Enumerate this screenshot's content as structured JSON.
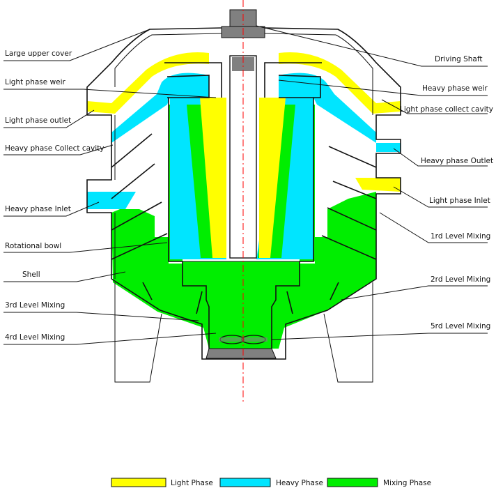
{
  "labels": {
    "large_upper_cover": "Large upper cover",
    "light_phase_weir": "Light phase weir",
    "light_phase_outlet": "Light phase outlet",
    "heavy_phase_collect_cavity": "Heavy phase Collect cavity",
    "heavy_phase_inlet": "Heavy phase Inlet",
    "rotational_bowl": "Rotational bowl",
    "shell": "Shell",
    "level3_mixing": "3rd Level Mixing",
    "level4_mixing": "4rd Level Mixing",
    "driving_shaft": "Driving Shaft",
    "heavy_phase_weir": "Heavy phase weir",
    "light_phase_collect_cavity": "Light phase collect cavity",
    "heavy_phase_outlet": "Heavy phase Outlet",
    "light_phase_inlet": "Light phase Inlet",
    "level1_mixing": "1rd Level Mixing",
    "level2_mixing": "2rd Level Mixing",
    "level5_mixing": "5rd Level Mixing"
  },
  "legend": [
    {
      "label": "Light Phase",
      "color": "#ffff00"
    },
    {
      "label": "Heavy Phase",
      "color": "#00e5ff"
    },
    {
      "label": "Mixing Phase",
      "color": "#00ee00"
    }
  ],
  "colors": {
    "light_phase": "#ffff00",
    "heavy_phase": "#00e5ff",
    "mixing_phase": "#00ee00",
    "shaft": "#808080",
    "centerline": "#ff0000"
  }
}
